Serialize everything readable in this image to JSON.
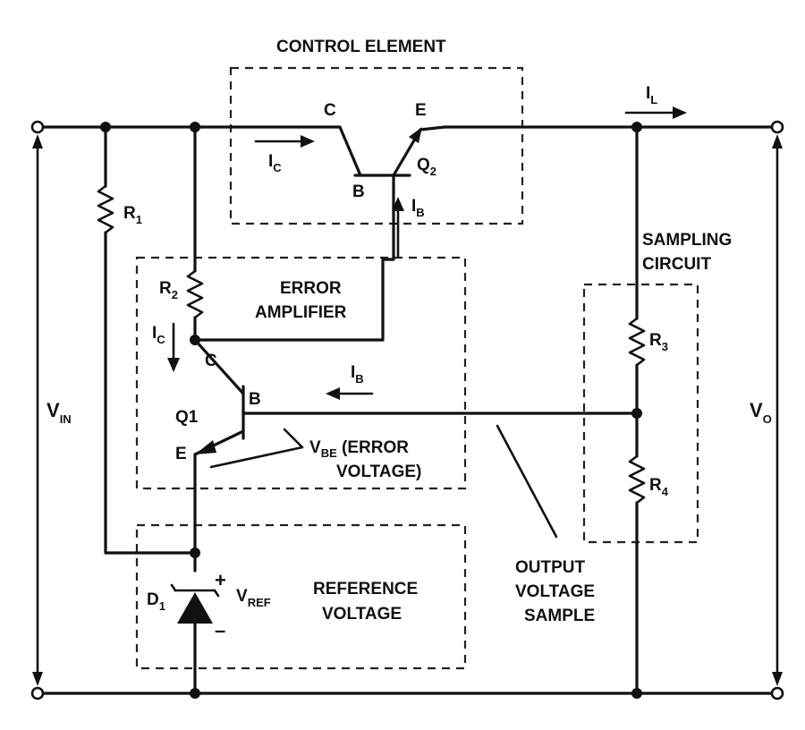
{
  "diagram": {
    "blocks": {
      "control_element": "CONTROL ELEMENT",
      "error_amplifier_line1": "ERROR",
      "error_amplifier_line2": "AMPLIFIER",
      "sampling_circuit_line1": "SAMPLING",
      "sampling_circuit_line2": "CIRCUIT",
      "reference_voltage_line1": "REFERENCE",
      "reference_voltage_line2": "VOLTAGE"
    },
    "annotations": {
      "output_sample_line1": "OUTPUT",
      "output_sample_line2": "VOLTAGE",
      "output_sample_line3": "SAMPLE",
      "vbe_main": "V",
      "vbe_sub": "BE",
      "vbe_rest": " (ERROR",
      "vbe_line2": "VOLTAGE)"
    },
    "components": {
      "r1": {
        "letter": "R",
        "sub": "1"
      },
      "r2": {
        "letter": "R",
        "sub": "2"
      },
      "r3": {
        "letter": "R",
        "sub": "3"
      },
      "r4": {
        "letter": "R",
        "sub": "4"
      },
      "q2": {
        "letter": "Q",
        "sub": "2",
        "c": "C",
        "b": "B",
        "e": "E"
      },
      "q1": {
        "name": "Q1",
        "c": "C",
        "b": "B",
        "e": "E"
      },
      "d1": {
        "letter": "D",
        "sub": "1"
      }
    },
    "currents": {
      "ic_top": {
        "letter": "I",
        "sub": "C"
      },
      "ib_top": {
        "letter": "I",
        "sub": "B"
      },
      "ic_q1": {
        "letter": "I",
        "sub": "C"
      },
      "ib_q1": {
        "letter": "I",
        "sub": "B"
      },
      "il": {
        "letter": "I",
        "sub": "L"
      }
    },
    "voltages": {
      "vin": {
        "letter": "V",
        "sub": "IN"
      },
      "vo": {
        "letter": "V",
        "sub": "O"
      },
      "vref": {
        "letter": "V",
        "sub": "REF"
      },
      "plus": "+",
      "minus": "–"
    }
  }
}
